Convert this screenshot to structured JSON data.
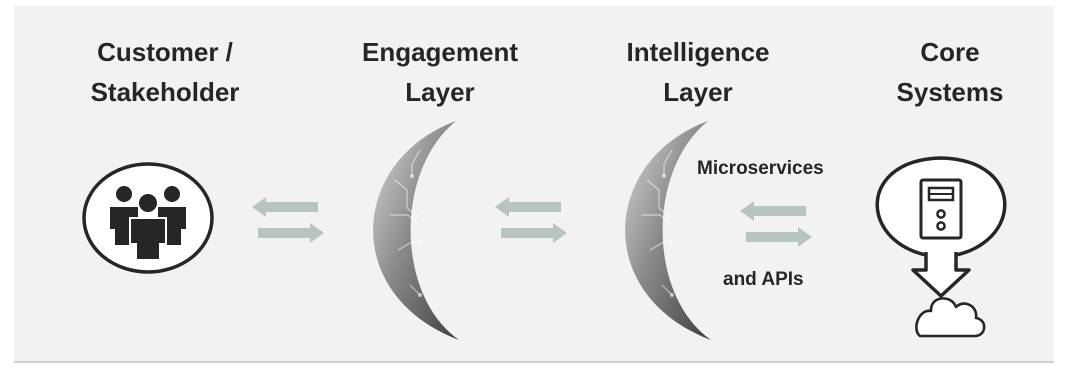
{
  "columns": [
    {
      "line1": "Customer /",
      "line2": "Stakeholder"
    },
    {
      "line1": "Engagement",
      "line2": "Layer"
    },
    {
      "line1": "Intelligence",
      "line2": "Layer"
    },
    {
      "line1": "Core",
      "line2": "Systems"
    }
  ],
  "connector_labels": {
    "top": "Microservices",
    "bottom": "and APIs"
  },
  "icons": {
    "customer": "people-group-icon",
    "engagement": "circuit-crescent-icon",
    "intelligence": "circuit-crescent-icon",
    "core": "server-tower-icon",
    "cloud": "cloud-icon"
  },
  "colors": {
    "background": "#f2f2f2",
    "text": "#262626",
    "arrow": "#b7c4c2",
    "outline": "#262626"
  }
}
